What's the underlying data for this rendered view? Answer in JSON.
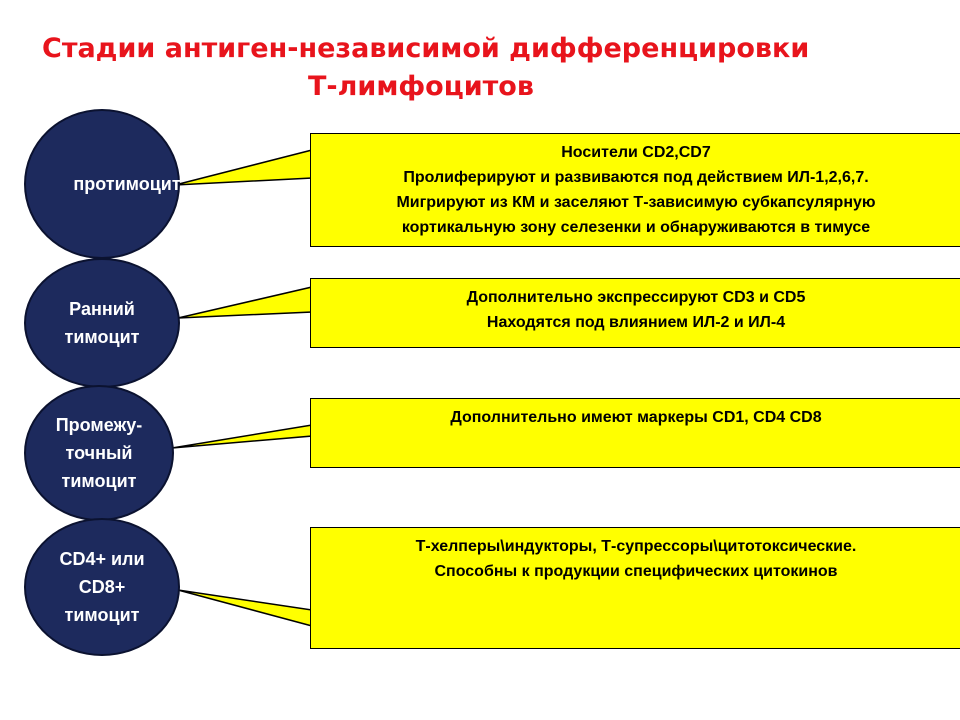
{
  "title": {
    "line1": "Стадии антиген-независимой дифференцировки",
    "line2": "Т-лимфоцитов"
  },
  "stages": [
    {
      "circle_lines": [
        "протимоцит"
      ],
      "box_lines": [
        "Носители CD2,CD7",
        "Пролиферируют и развиваются под действием ИЛ-1,2,6,7.",
        "Мигрируют из КМ и заселяют Т-зависимую субкапсулярную",
        "кортикальную зону селезенки и обнаруживаются в тимусе"
      ]
    },
    {
      "circle_lines": [
        "Ранний",
        "тимоцит"
      ],
      "box_lines": [
        "Дополнительно экспрессируют CD3 и CD5",
        "Находятся под влиянием ИЛ-2 и ИЛ-4"
      ]
    },
    {
      "circle_lines": [
        "Промежу-",
        "точный",
        "тимоцит"
      ],
      "box_lines": [
        "Дополнительно имеют маркеры CD1, CD4 CD8"
      ]
    },
    {
      "circle_lines": [
        "CD4+ или",
        "CD8+",
        "тимоцит"
      ],
      "box_lines": [
        "Т-хелперы\\индукторы, Т-супрессоры\\цитотоксические.",
        "Способны к продукции специфических цитокинов"
      ]
    }
  ],
  "colors": {
    "title": "#e8141c",
    "circle_fill": "#1d2a5d",
    "box_fill": "#ffff00"
  }
}
